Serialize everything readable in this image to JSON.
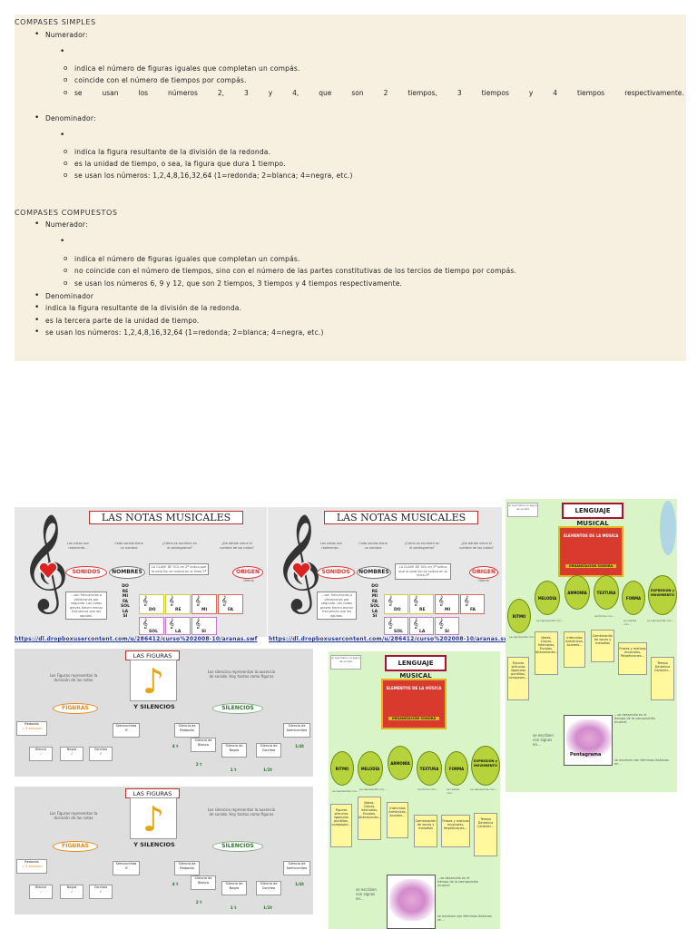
{
  "simples": {
    "heading": "COMPASES SIMPLES",
    "numerador_label": "Numerador:",
    "numerador_items": [
      "indica el número de figuras iguales que completan un compás.",
      "coincide con el número de tiempos por compás."
    ],
    "justified_words": [
      "se",
      "usan",
      "los",
      "números",
      "2,",
      "3",
      "y",
      "4,",
      "que",
      "son",
      "2",
      "tiempos,",
      "3",
      "tiempos",
      "y",
      "4",
      "tiempos",
      "respectivamente."
    ],
    "denominador_label": "Denominador:",
    "denominador_items": [
      "indica la figura resultante de la división de la redonda.",
      "es la unidad de tiempo, o sea, la figura que dura 1 tiempo.",
      "se usan los números: 1,2,4,8,16,32,64 (1=redonda; 2=blanca; 4=negra, etc.)"
    ]
  },
  "compuestos": {
    "heading": "COMPASES COMPUESTOS",
    "numerador_label": "Numerador:",
    "numerador_items": [
      "indica el número de figuras iguales que completan un compás.",
      "no coincide con el número de tiempos, sino con el número de las partes constitutivas de los tercios de tiempo por compás.",
      "se usan los números 6, 9 y 12, que son 2 tiempos, 3 tiempos y 4 tiempos respectivamente."
    ],
    "denominador_label": "Denominador",
    "denominador_items": [
      "indica la figura resultante de la división de la redonda.",
      "es la tercera parte de la unidad de tiempo.",
      "se usan los números: 1,2,4,8,16,32,64 (1=redonda; 2=blanca; 4=negra, etc.)"
    ]
  },
  "links": {
    "link1": "https://dl.dropboxusercontent.com/u/286412/curso%202008-10/aranas.swf",
    "link2": "https://dl.dropboxusercontent.com/u/286412/curso%202008-10/aranas.swf"
  },
  "notas_map": {
    "title": "LAS NOTAS MUSICALES",
    "nodes": [
      "SONIDOS",
      "NOMBRES",
      "ORIGEN"
    ],
    "q1": "Las notas son realmente...",
    "q2": "Cada sonido tiene un nombre",
    "q3": "¿Cómo se escriben en el pentagrama?",
    "q4": "¿De dónde viene el nombre de las notas?",
    "clave": "LA CLAVE DE SOL en 2ª indica que la nota Sol se coloca en la línea 2ª",
    "sonidos_desc": "...son frecuencias o vibraciones por segundo. Las notas graves tienen menor frecuencia que las agudas.",
    "names_col": [
      "DO",
      "RE",
      "MI",
      "FA",
      "SOL",
      "LA",
      "SI"
    ],
    "staff_notes": [
      "DO",
      "RE",
      "MI",
      "FA",
      "SOL",
      "LA",
      "SI"
    ],
    "origen_sub": "Himno"
  },
  "figuras_map": {
    "title": "LAS FIGURAS",
    "y_silencios": "Y SILENCIOS",
    "figuras": "FIGURAS",
    "silencios": "SILENCIOS",
    "fig_text": "Las Figuras representan la duración de las notas",
    "sil_text": "Los silencios representan la ausencia de sonido. Hay tantos como figuras",
    "fig_items": [
      "Redonda",
      "Blanca",
      "Negra",
      "Corchea",
      "Semicorchea"
    ],
    "sil_items": [
      "Silencio de Redonda",
      "Silencio de Blanca",
      "Silencio de Negra",
      "Silencio de Corchea",
      "Silencio de Semicorchea"
    ],
    "durations": [
      "4 t",
      "2 t",
      "1 t",
      "1/2t",
      "1/4t"
    ],
    "redonda_val": "= 4 tiempos"
  },
  "lenguaje_map": {
    "title": "LENGUAJE MUSICAL",
    "elementos": "ELEMENTOS DE LA MÚSICA",
    "organizacion": "ORGANIZACIÓN SONORA",
    "corner_note": "el que tiene un signo de sonido",
    "nodes": [
      "RITMO",
      "MELODÍA",
      "ARMONÍA",
      "TEXTURA",
      "FORMA",
      "EXPRESIÓN y MOVIMIENTO"
    ],
    "connectors": [
      "se representa con...",
      "se representa con...",
      "se forma con...",
      "se forma con...",
      "se realiza con...",
      "se representa con..."
    ],
    "boxes": [
      "Figuras silencios ligaduras puntillos, compases...",
      "Notas, Claves, Intervalos, Escalas, Alteraciones...",
      "Intervalos Armónicos, Acordes...",
      "Combinación de voces y melodías",
      "Frases y motivos musicales, Repeticiones...",
      "Tempo Dinámica Carácter..."
    ],
    "signos": "se escriben con signos en...",
    "desarrollo": "...se desarrolla en el tiempo de la composición musical",
    "pentagrama": "Pentagrama",
    "terminos": "se escriben con términos italianos en..."
  },
  "colors": {
    "panel_bg": "#f7efe0",
    "link": "#1a2f9a",
    "lenguaje_bg": "#d9f5c8",
    "lm_center": "#d93a2e",
    "lm_node": "#b7d33b",
    "lm_box": "#fff89c"
  }
}
